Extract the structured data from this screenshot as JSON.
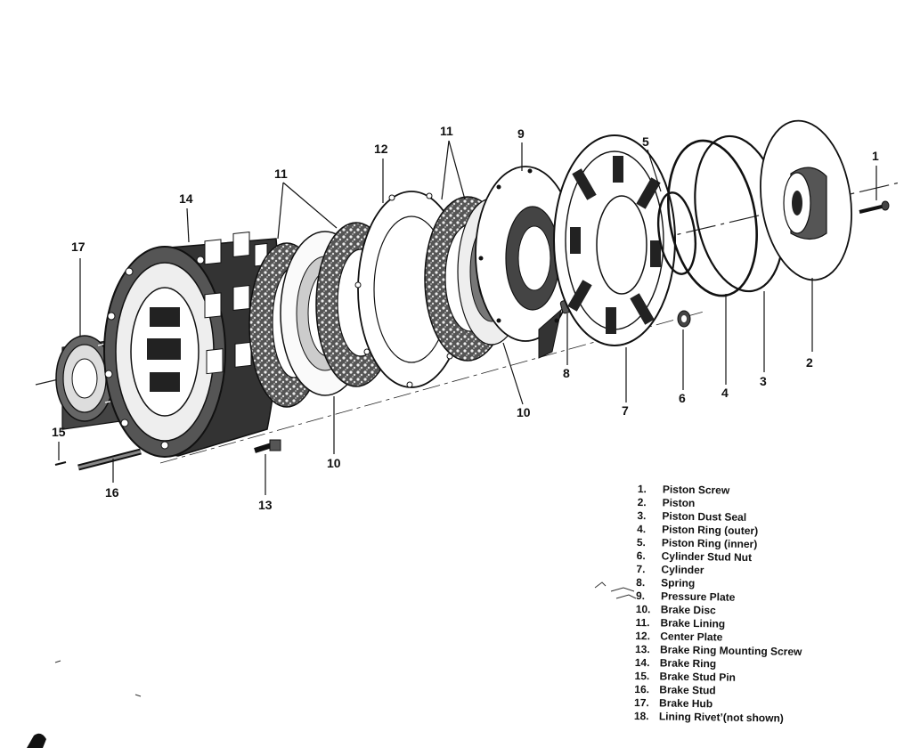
{
  "callouts": {
    "c1": "1",
    "c2": "2",
    "c3": "3",
    "c4": "4",
    "c5": "5",
    "c6": "6",
    "c7": "7",
    "c8": "8",
    "c9": "9",
    "c10a": "10",
    "c10b": "10",
    "c11a": "11",
    "c11b": "11",
    "c12": "12",
    "c13": "13",
    "c14": "14",
    "c15": "15",
    "c16": "16",
    "c17": "17"
  },
  "legend": [
    {
      "num": "1.",
      "label": "Piston Screw"
    },
    {
      "num": "2.",
      "label": "Piston"
    },
    {
      "num": "3.",
      "label": "Piston Dust Seal"
    },
    {
      "num": "4.",
      "label": "Piston Ring (outer)"
    },
    {
      "num": "5.",
      "label": "Piston Ring (inner)"
    },
    {
      "num": "6.",
      "label": "Cylinder Stud Nut"
    },
    {
      "num": "7.",
      "label": "Cylinder"
    },
    {
      "num": "8.",
      "label": "Spring"
    },
    {
      "num": "9.",
      "label": "Pressure Plate"
    },
    {
      "num": "10.",
      "label": "Brake Disc"
    },
    {
      "num": "11.",
      "label": "Brake Lining"
    },
    {
      "num": "12.",
      "label": "Center Plate"
    },
    {
      "num": "13.",
      "label": "Brake Ring Mounting Screw"
    },
    {
      "num": "14.",
      "label": "Brake Ring"
    },
    {
      "num": "15.",
      "label": "Brake Stud Pin"
    },
    {
      "num": "16.",
      "label": "Brake Stud"
    },
    {
      "num": "17.",
      "label": "Brake Hub"
    },
    {
      "num": "18.",
      "label": "Lining Rivetʼ(not shown)"
    }
  ]
}
